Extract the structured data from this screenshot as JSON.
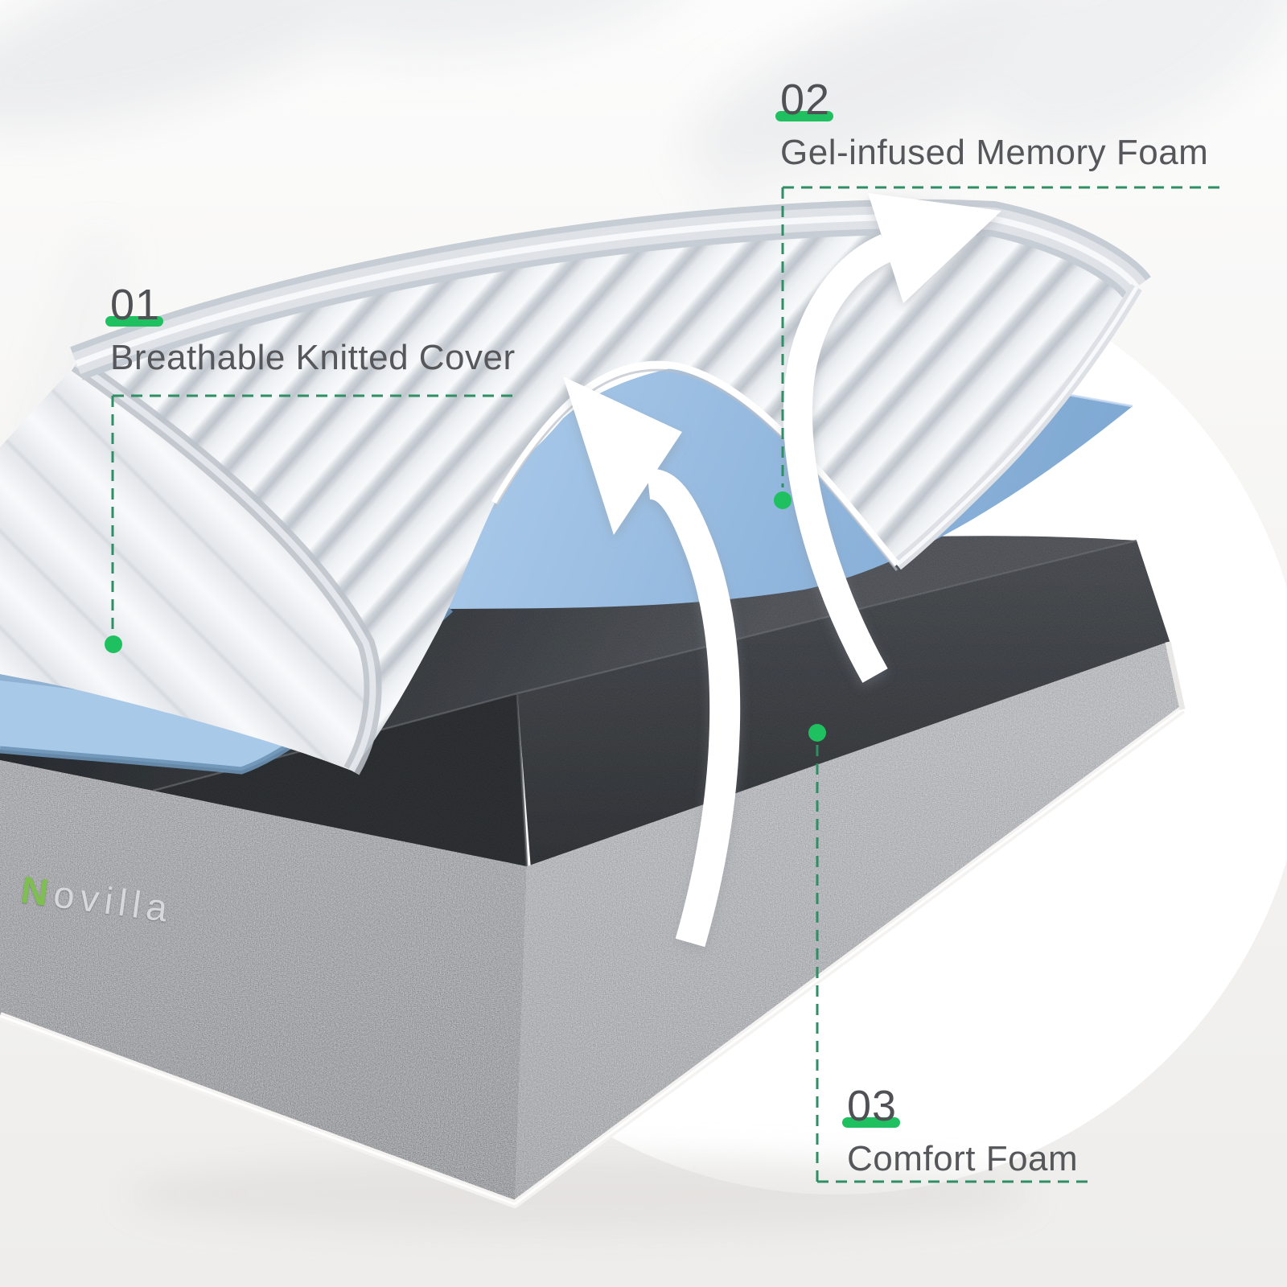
{
  "brand": {
    "name": "Novilla",
    "initial": "N",
    "rest": "ovilla"
  },
  "callouts": [
    {
      "number": "01",
      "label": "Breathable Knitted Cover"
    },
    {
      "number": "02",
      "label": "Gel-infused Memory Foam"
    },
    {
      "number": "03",
      "label": "Comfort Foam"
    }
  ],
  "colors": {
    "accent_green": "#1fc05f",
    "dash_green": "#2e8e64",
    "label_text": "#55575b",
    "number_text": "#4f5155",
    "logo_green": "#7fbe50",
    "logo_gray": "#d7d8da",
    "gel_blue": "#8fb5dc",
    "foam_gray": "#45484d",
    "base_gray": "#7b7e84",
    "cover_white": "#eef1f4"
  }
}
